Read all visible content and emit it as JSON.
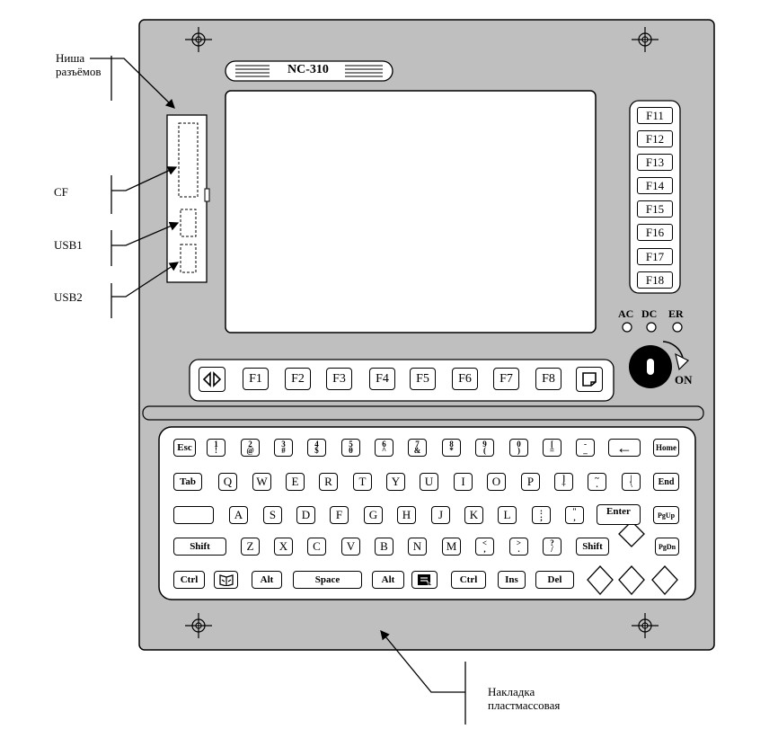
{
  "model_label": "NC-310",
  "callouts": {
    "connector_niche": [
      "Ниша",
      "разъёмов"
    ],
    "cf": "CF",
    "usb1": "USB1",
    "usb2": "USB2",
    "overlay": [
      "Накладка",
      "пластмассовая"
    ]
  },
  "right_function_keys": [
    "F11",
    "F12",
    "F13",
    "F14",
    "F15",
    "F16",
    "F17",
    "F18"
  ],
  "bottom_function_keys": [
    "F1",
    "F2",
    "F3",
    "F4",
    "F5",
    "F6",
    "F7",
    "F8"
  ],
  "indicators": [
    "AC",
    "DC",
    "ER"
  ],
  "power_switch_label": "ON",
  "keyboard": {
    "row1": [
      {
        "label": "Esc"
      },
      {
        "top": "1",
        "bot": "!"
      },
      {
        "top": "2",
        "bot": "@"
      },
      {
        "top": "3",
        "bot": "#"
      },
      {
        "top": "4",
        "bot": "$"
      },
      {
        "top": "5",
        "bot": "θ"
      },
      {
        "top": "6",
        "bot": "^"
      },
      {
        "top": "7",
        "bot": "&"
      },
      {
        "top": "8",
        "bot": "*"
      },
      {
        "top": "9",
        "bot": "("
      },
      {
        "top": "0",
        "bot": ")"
      },
      {
        "top": "[",
        "bot": "="
      },
      {
        "top": "-",
        "bot": "_"
      },
      {
        "label": "←"
      },
      {
        "label": "Home"
      }
    ],
    "row2": [
      {
        "label": "Tab"
      },
      {
        "label": "Q"
      },
      {
        "label": "W"
      },
      {
        "label": "E"
      },
      {
        "label": "R"
      },
      {
        "label": "T"
      },
      {
        "label": "Y"
      },
      {
        "label": "U"
      },
      {
        "label": "I"
      },
      {
        "label": "O"
      },
      {
        "label": "P"
      },
      {
        "top": "]",
        "bot": "+"
      },
      {
        "top": "~",
        "bot": "."
      },
      {
        "top": "|",
        "bot": "\\"
      },
      {
        "label": "End"
      }
    ],
    "row3": [
      {
        "label": ""
      },
      {
        "label": "A"
      },
      {
        "label": "S"
      },
      {
        "label": "D"
      },
      {
        "label": "F"
      },
      {
        "label": "G"
      },
      {
        "label": "H"
      },
      {
        "label": "J"
      },
      {
        "label": "K"
      },
      {
        "label": "L"
      },
      {
        "top": ":",
        "bot": ";"
      },
      {
        "top": "\"",
        "bot": ","
      },
      {
        "label": "Enter"
      },
      {
        "label": "PgUp"
      }
    ],
    "row4": [
      {
        "label": "Shift"
      },
      {
        "label": "Z"
      },
      {
        "label": "X"
      },
      {
        "label": "C"
      },
      {
        "label": "V"
      },
      {
        "label": "B"
      },
      {
        "label": "N"
      },
      {
        "label": "M"
      },
      {
        "top": "<",
        "bot": ","
      },
      {
        "top": ">",
        "bot": "."
      },
      {
        "top": "?",
        "bot": "/"
      },
      {
        "label": "Shift"
      },
      {
        "label": "PgDn"
      }
    ],
    "row5": [
      {
        "label": "Ctrl"
      },
      {
        "label": ""
      },
      {
        "label": "Alt"
      },
      {
        "label": "Space"
      },
      {
        "label": "Alt"
      },
      {
        "label": ""
      },
      {
        "label": "Ctrl"
      },
      {
        "label": "Ins"
      },
      {
        "label": "Del"
      }
    ]
  },
  "colors": {
    "panel": "#bfbfbf",
    "keyboard_bg": "#ffffff",
    "line": "#000000"
  }
}
